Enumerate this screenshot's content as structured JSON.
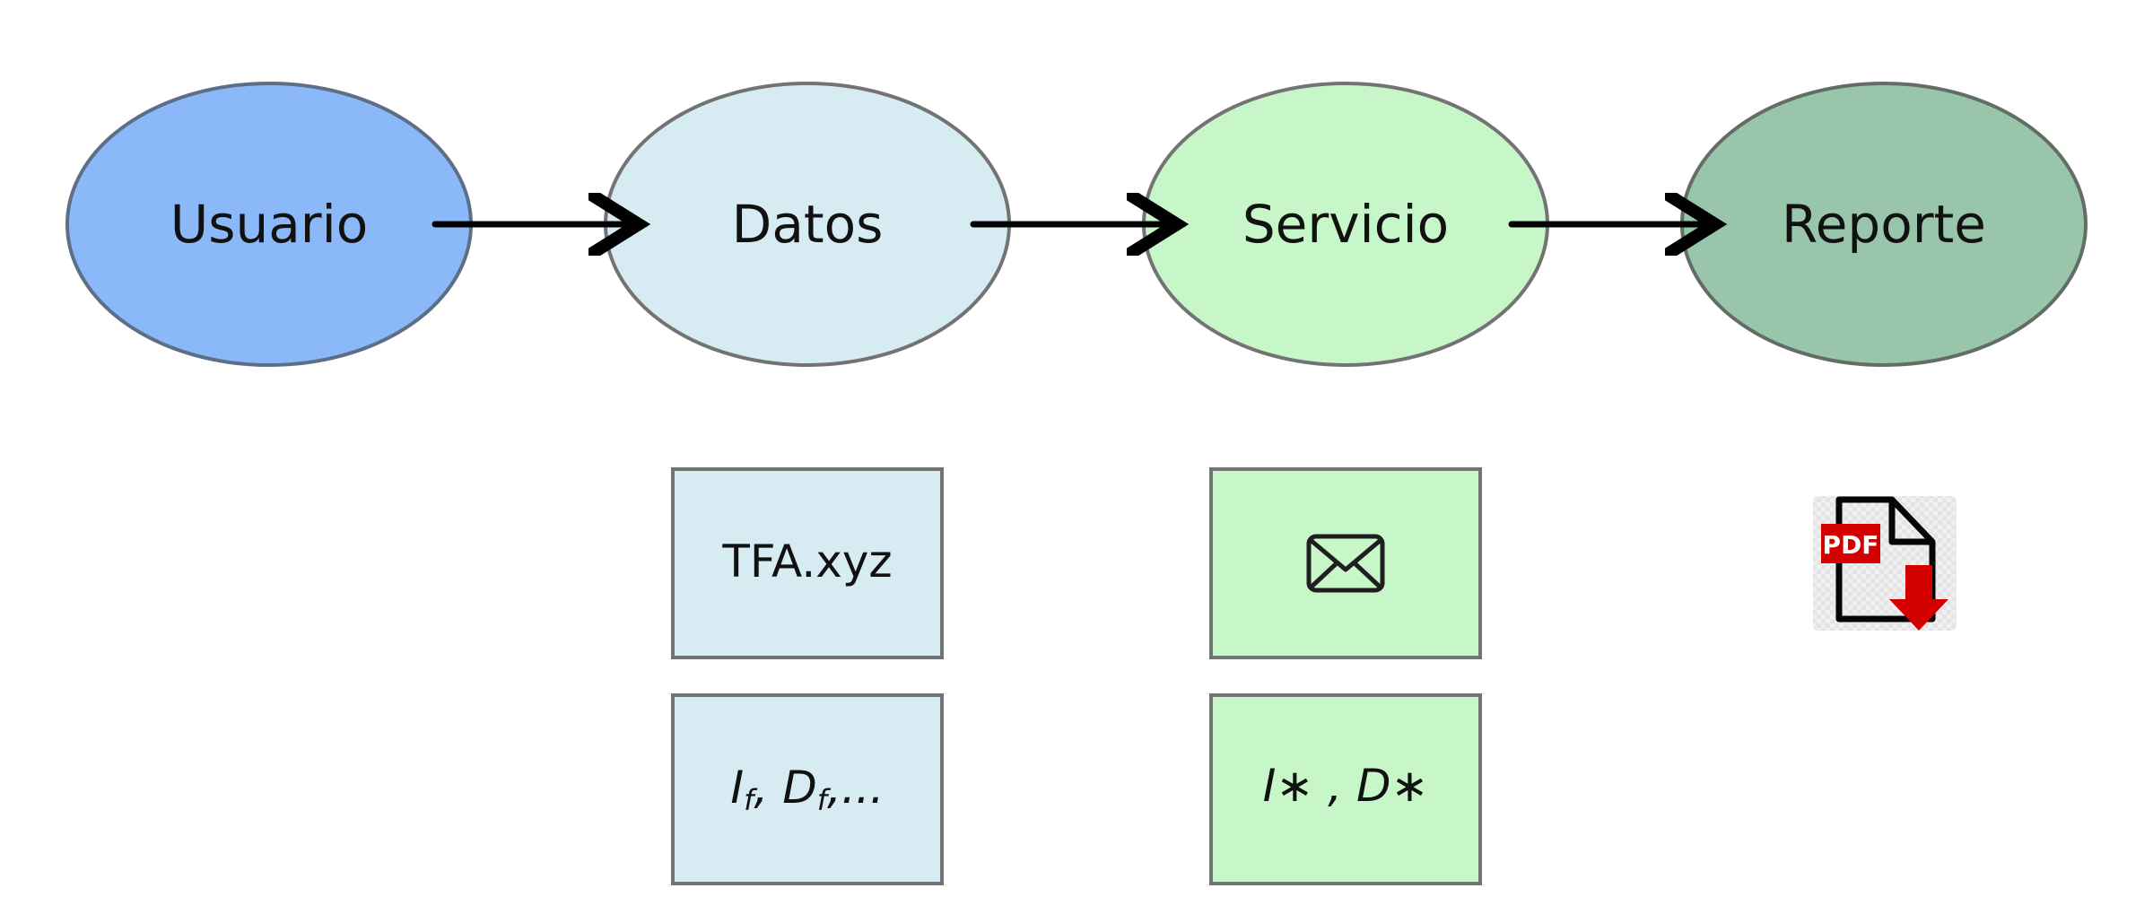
{
  "diagram": {
    "nodes": [
      {
        "id": "usuario",
        "label": "Usuario",
        "color": "#8ab8f8"
      },
      {
        "id": "datos",
        "label": "Datos",
        "color": "#d7ebf3"
      },
      {
        "id": "servicio",
        "label": "Servicio",
        "color": "#c7f7c8"
      },
      {
        "id": "reporte",
        "label": "Reporte",
        "color": "#99c5ab"
      }
    ],
    "edges": [
      {
        "from": "Usuario",
        "to": "Datos"
      },
      {
        "from": "Datos",
        "to": "Servicio"
      },
      {
        "from": "Servicio",
        "to": "Reporte"
      }
    ],
    "boxes": {
      "datos_file": "TFA.xyz",
      "datos_params": {
        "I": "I",
        "f1": "f",
        "sep": ", ",
        "D": "D",
        "f2": "f",
        "tail": ",..."
      },
      "servicio_mail_icon": "envelope-icon",
      "servicio_params": "I∗ , D∗"
    },
    "reporte_icon": {
      "name": "pdf-download-icon",
      "label": "PDF",
      "accent": "#d40000"
    }
  }
}
